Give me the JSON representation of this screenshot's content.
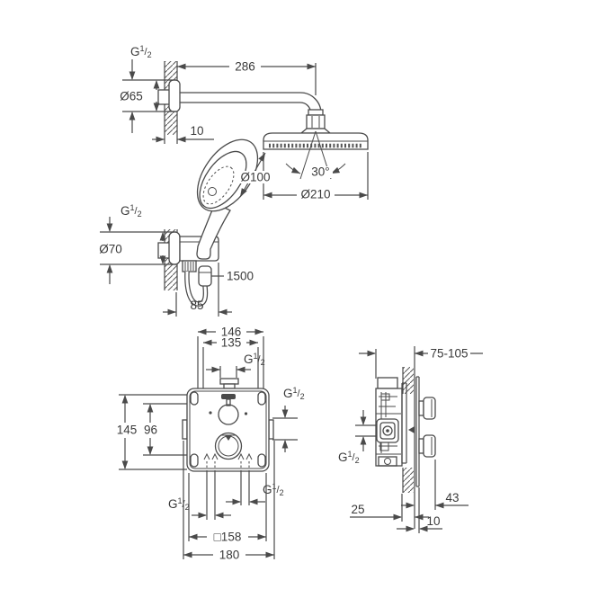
{
  "colors": {
    "line": "#4a4a4a",
    "text": "#3a3a3a",
    "background": "#ffffff"
  },
  "thread": {
    "prefix": "G",
    "sup": "1",
    "slash": "/",
    "sub": "2"
  },
  "views": {
    "top_assembly": {
      "dims": {
        "arm_length": "286",
        "arm_escutcheon_diameter": "Ø65",
        "wall_thickness": "10",
        "head_diameter": "Ø210",
        "spray_angle": "30°",
        "hand_shower_diameter": "Ø100",
        "hose_length": "1500",
        "holder_projection": "85",
        "holder_escutcheon_diameter": "Ø70"
      }
    },
    "front_view": {
      "dims": {
        "width_outer": "146",
        "width_inner": "135",
        "height": "145",
        "port_spacing": "96",
        "plate_square": "□158",
        "plate_outer": "180"
      }
    },
    "side_view": {
      "dims": {
        "installation_depth": "75-105",
        "knob_projection": "43",
        "wall_min_depth": "25",
        "trim_clearance": "10"
      }
    }
  }
}
